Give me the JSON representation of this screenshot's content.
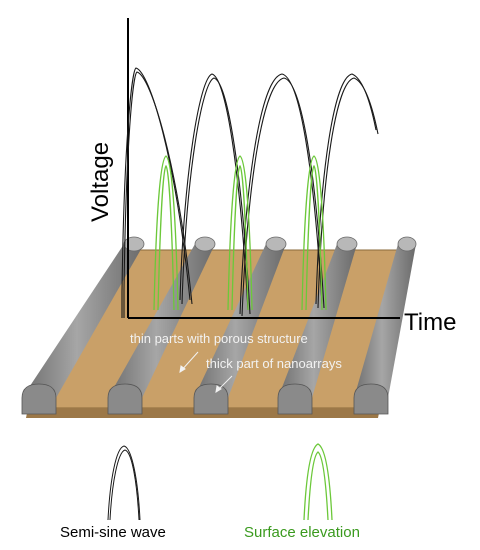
{
  "axes": {
    "y_label": "Voltage",
    "x_label": "Time"
  },
  "annotations": {
    "thin_parts": "thin parts with porous structure",
    "thick_part": "thick part of nanoarrays"
  },
  "legend": {
    "semi_sine_label": "Semi-sine wave",
    "surface_label": "Surface elevation"
  },
  "colors": {
    "background": "#ffffff",
    "substrate": "#c9a068",
    "substrate_edge": "#8a6a3a",
    "rod": "#8c8c8c",
    "rod_dark": "#5e5e5e",
    "rod_light": "#b4b4b4",
    "semi_sine": "#1a1a1a",
    "surface": "#6cc83a",
    "annotation_text": "#f2f2f2"
  }
}
